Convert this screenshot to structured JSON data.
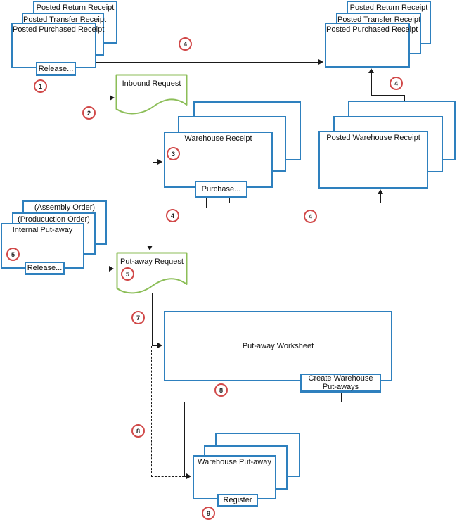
{
  "diagram_title": "Warehouse receipt and put-away process flow",
  "colors": {
    "box_border": "#2E80BE",
    "doc_border": "#8CBE58",
    "badge_border": "#D14949",
    "line": "#1a1a1a"
  },
  "nodes": {
    "top_left_stack": {
      "back": "Posted Return  Receipt",
      "middle": "Posted Transfer Receipt",
      "front": "Posted Purchased Receipt",
      "button": "Release..."
    },
    "top_right_stack": {
      "back": "Posted Return  Receipt",
      "middle": "Posted Transfer Receipt",
      "front": "Posted Purchased Receipt"
    },
    "inbound_request": {
      "label": "Inbound Request"
    },
    "warehouse_receipt": {
      "front": "Warehouse Receipt",
      "button": "Purchase..."
    },
    "posted_warehouse_receipt": {
      "front": "Posted Warehouse Receipt"
    },
    "internal_putaway_stack": {
      "back": "(Assembly Order)",
      "middle": "(Producuction Order)",
      "front": "Internal Put-away",
      "button": "Release..."
    },
    "putaway_request": {
      "label": "Put-away Request"
    },
    "putaway_worksheet": {
      "label": "Put-away Worksheet",
      "button_line1": "Create Warehouse",
      "button_line2": "Put-aways"
    },
    "warehouse_putaway": {
      "front": "Warehouse Put-away",
      "button": "Register"
    }
  },
  "badges": {
    "s1": "1",
    "s2": "2",
    "s3": "3",
    "s4": "4",
    "s5": "5",
    "s7": "7",
    "s8": "8",
    "s9": "9"
  }
}
